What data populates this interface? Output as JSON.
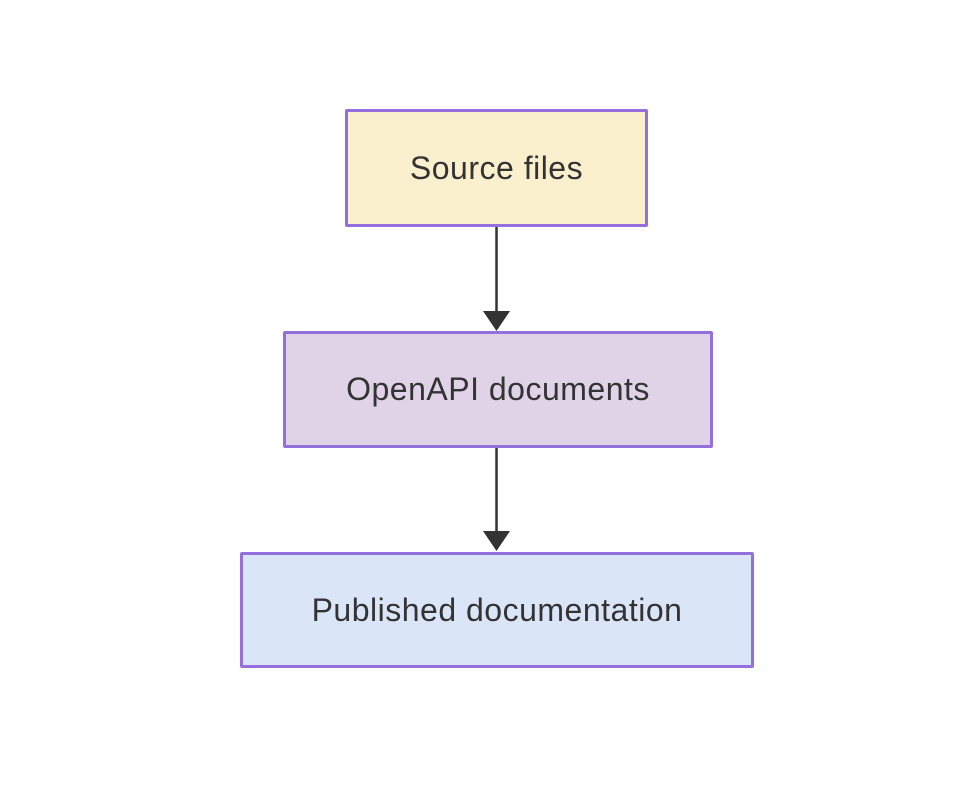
{
  "diagram": {
    "type": "flowchart",
    "direction": "top-to-bottom",
    "canvas_background": "#ffffff",
    "text_color": "#333333",
    "arrow_color": "#333333",
    "border_color": "#9370db",
    "nodes": [
      {
        "id": "source-files",
        "label": "Source files",
        "fill": "#faf0cd",
        "stroke": "#9370db"
      },
      {
        "id": "openapi-documents",
        "label": "OpenAPI documents",
        "fill": "#e0d3e8",
        "stroke": "#9370db"
      },
      {
        "id": "published-documentation",
        "label": "Published documentation",
        "fill": "#dbe5f8",
        "stroke": "#9370db"
      }
    ],
    "edges": [
      {
        "from": "source-files",
        "to": "openapi-documents"
      },
      {
        "from": "openapi-documents",
        "to": "published-documentation"
      }
    ]
  }
}
